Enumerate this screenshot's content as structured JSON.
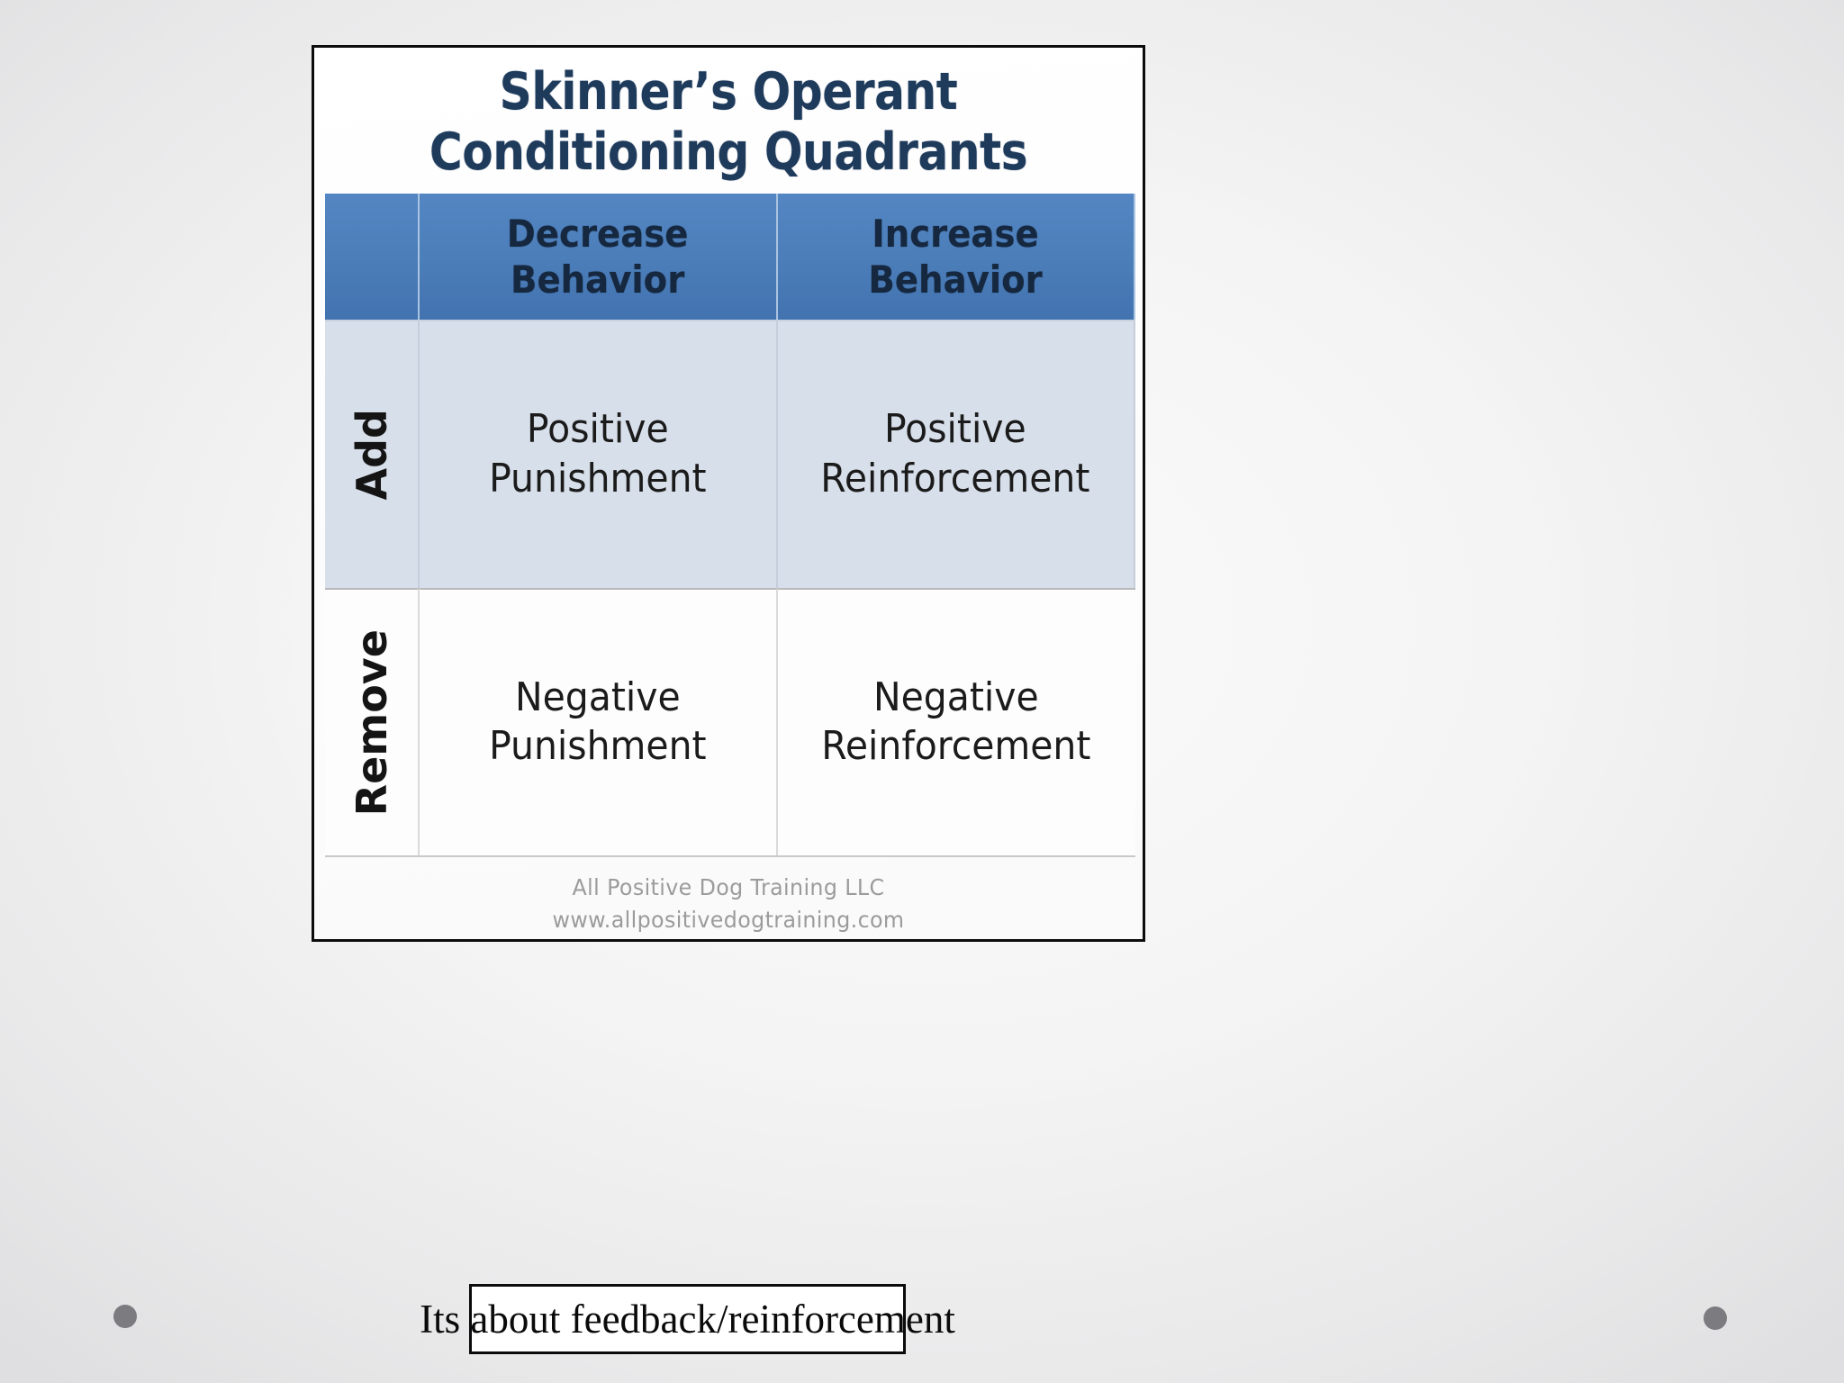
{
  "slide": {
    "background_color": "#f2f2f2",
    "nav_dot_color": "#7c7c80"
  },
  "figure": {
    "title_line1": "Skinner’s Operant",
    "title_line2": "Conditioning Quadrants",
    "title_color": "#1f3b5c",
    "header_band_color": "#4a7dba",
    "add_row_color": "#d7dfea",
    "remove_row_color": "#fdfdfd",
    "column_headers": [
      {
        "line1": "Decrease",
        "line2": "Behavior"
      },
      {
        "line1": "Increase",
        "line2": "Behavior"
      }
    ],
    "row_headers": [
      {
        "label": "Add"
      },
      {
        "label": "Remove"
      }
    ],
    "quadrants": [
      {
        "row": "Add",
        "column": "Decrease Behavior",
        "line1": "Positive",
        "line2": "Punishment"
      },
      {
        "row": "Add",
        "column": "Increase Behavior",
        "line1": "Positive",
        "line2": "Reinforcement"
      },
      {
        "row": "Remove",
        "column": "Decrease Behavior",
        "line1": "Negative",
        "line2": "Punishment"
      },
      {
        "row": "Remove",
        "column": "Increase Behavior",
        "line1": "Negative",
        "line2": "Reinforcement"
      }
    ],
    "attribution_line1": "All Positive Dog Training LLC",
    "attribution_line2": "www.allpositivedogtraining.com"
  },
  "caption": {
    "text": "Its about feedback/reinforcement"
  },
  "chart_data": {
    "type": "table",
    "title": "Skinner’s Operant Conditioning Quadrants",
    "columns": [
      "",
      "Decrease Behavior",
      "Increase Behavior"
    ],
    "rows": [
      [
        "Add",
        "Positive Punishment",
        "Positive Reinforcement"
      ],
      [
        "Remove",
        "Negative Punishment",
        "Negative Reinforcement"
      ]
    ],
    "xlabel": "",
    "ylabel": "",
    "grid": true,
    "legend": "none",
    "annotations": [
      "All Positive Dog Training LLC",
      "www.allpositivedogtraining.com"
    ]
  }
}
